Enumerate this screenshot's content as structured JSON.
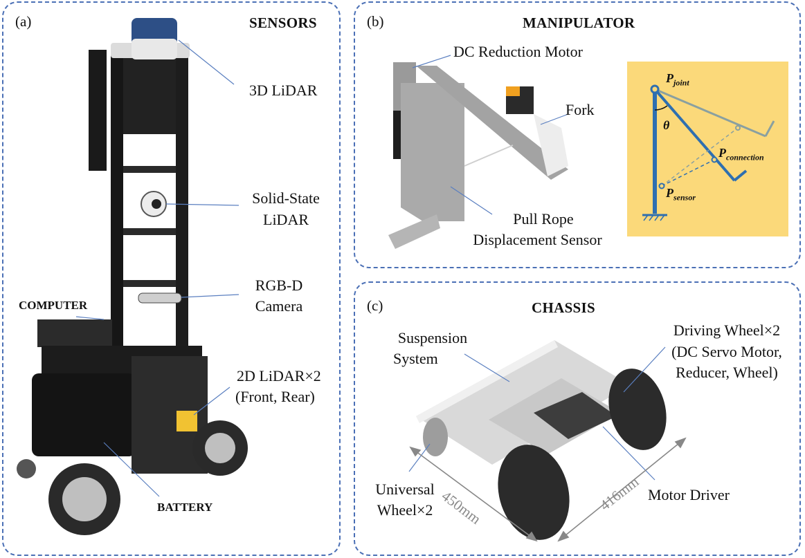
{
  "panel_a": {
    "letter": "(a)",
    "heading": "SENSORS",
    "labels": {
      "lidar3d": "3D LiDAR",
      "solid_state_1": "Solid-State",
      "solid_state_2": "LiDAR",
      "rgbd_1": "RGB-D",
      "rgbd_2": "Camera",
      "lidar2d_1": "2D LiDAR×2",
      "lidar2d_2": "(Front, Rear)",
      "computer": "COMPUTER",
      "battery": "BATTERY"
    }
  },
  "panel_b": {
    "letter": "(b)",
    "heading": "MANIPULATOR",
    "labels": {
      "motor": "DC Reduction Motor",
      "fork": "Fork",
      "rope_1": "Pull Rope",
      "rope_2": "Displacement Sensor"
    },
    "diagram": {
      "p_joint_base": "P",
      "p_joint_sub": "joint",
      "p_connection_base": "P",
      "p_connection_sub": "connection",
      "p_sensor_base": "P",
      "p_sensor_sub": "sensor",
      "theta": "θ"
    }
  },
  "panel_c": {
    "letter": "(c)",
    "heading": "CHASSIS",
    "labels": {
      "suspension_1": "Suspension",
      "suspension_2": "System",
      "driving_1": "Driving Wheel×2",
      "driving_2": "(DC Servo Motor,",
      "driving_3": "Reducer, Wheel)",
      "universal_1": "Universal",
      "universal_2": "Wheel×2",
      "motor_driver": "Motor Driver",
      "dim_450": "450mm",
      "dim_416": "416mm"
    }
  },
  "colors": {
    "border": "#4a6fb5",
    "leader": "#5a7fc0",
    "diagram_bg": "#fbd97a",
    "arm_blue": "#2e6fb0",
    "arm_gray": "#8aa0a0"
  }
}
